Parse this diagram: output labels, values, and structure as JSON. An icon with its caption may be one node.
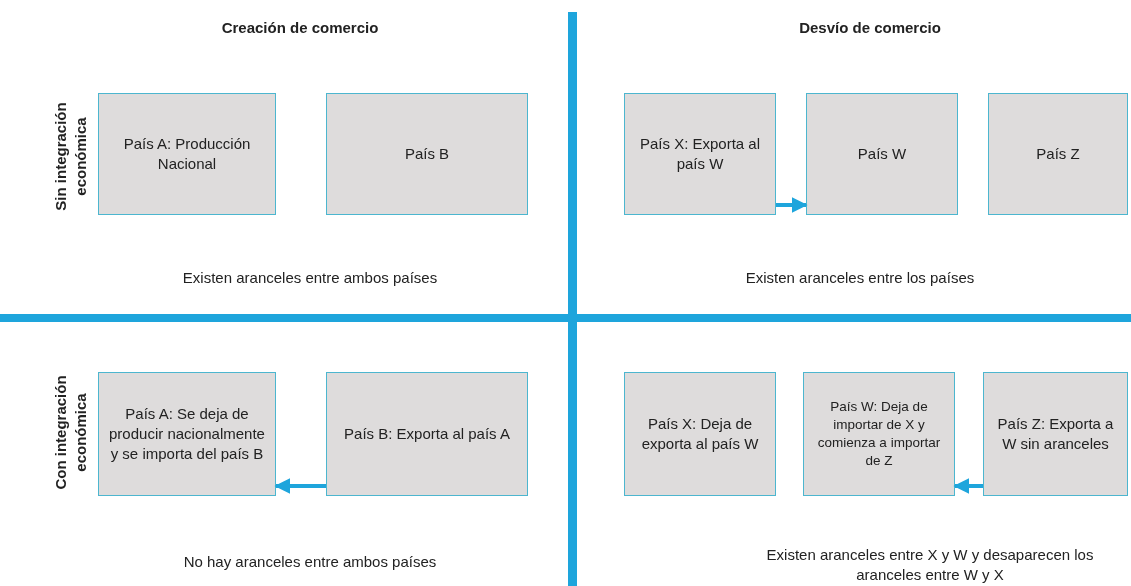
{
  "diagram": {
    "nodes": [
      {
        "text": [
          "País A: Producción Nacional"
        ]
      },
      {
        "text": [
          "País B"
        ]
      },
      {
        "text": [
          "País X: Exporta al país W"
        ]
      },
      {
        "text": [
          "País W"
        ]
      },
      {
        "text": [
          "País Z"
        ]
      },
      {
        "text": [
          "País A: Se deja de producir nacionalmente y se importa del país B"
        ]
      },
      {
        "text": [
          "País B: Exporta al país A"
        ]
      },
      {
        "text": [
          "País X: Deja de exporta al país W"
        ]
      },
      {
        "text": [
          "País W: Deja de importar de X y comienza a importar de Z"
        ]
      },
      {
        "text": [
          "País Z: Exporta a W sin aranceles"
        ]
      }
    ],
    "edges": [
      {
        "from": 2,
        "to": 3,
        "arrow": "to"
      },
      {
        "from": 6,
        "to": 5,
        "arrow": "to"
      },
      {
        "from": 9,
        "to": 8,
        "arrow": "to"
      }
    ],
    "labels": [
      "Creación de comercio",
      "Desvío de comercio",
      "Sin integración económica",
      "Existen aranceles entre ambos países",
      "Existen aranceles entre los países",
      "Con integración económica",
      "No hay aranceles entre ambos países",
      "Existen aranceles entre X y W y desaparecen los aranceles entre W y X"
    ]
  }
}
